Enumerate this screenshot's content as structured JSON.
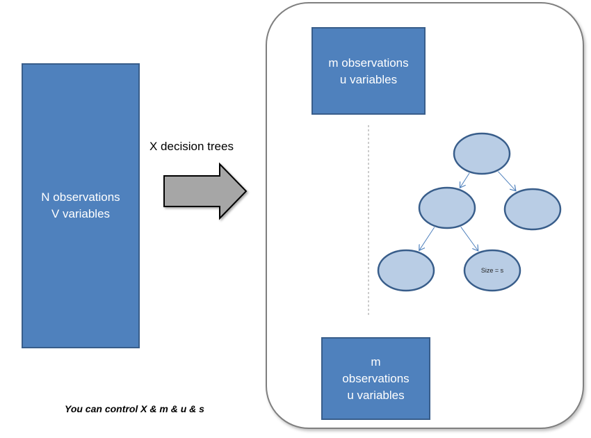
{
  "source_box": {
    "lines": [
      "N observations",
      "V variables"
    ]
  },
  "arrow": {
    "label": "X decision trees"
  },
  "sample_box_top": {
    "lines": [
      "m observations",
      "u variables"
    ]
  },
  "sample_box_bottom": {
    "lines": [
      "m",
      "observations",
      "u variables"
    ]
  },
  "tree": {
    "nodes": [
      {
        "id": "root",
        "label": ""
      },
      {
        "id": "left",
        "label": ""
      },
      {
        "id": "right",
        "label": ""
      },
      {
        "id": "left-left",
        "label": ""
      },
      {
        "id": "left-right",
        "label": "Size  = s"
      }
    ],
    "edges": [
      [
        "root",
        "left"
      ],
      [
        "root",
        "right"
      ],
      [
        "left",
        "left-left"
      ],
      [
        "left",
        "left-right"
      ]
    ]
  },
  "footnote": "You can control X & m & u & s",
  "colors": {
    "box_fill": "#4f81bd",
    "box_border": "#385d8a",
    "node_fill": "#b9cde5",
    "node_border": "#385d8a",
    "edge": "#4f81bd",
    "arrow_fill": "#a6a6a6"
  }
}
